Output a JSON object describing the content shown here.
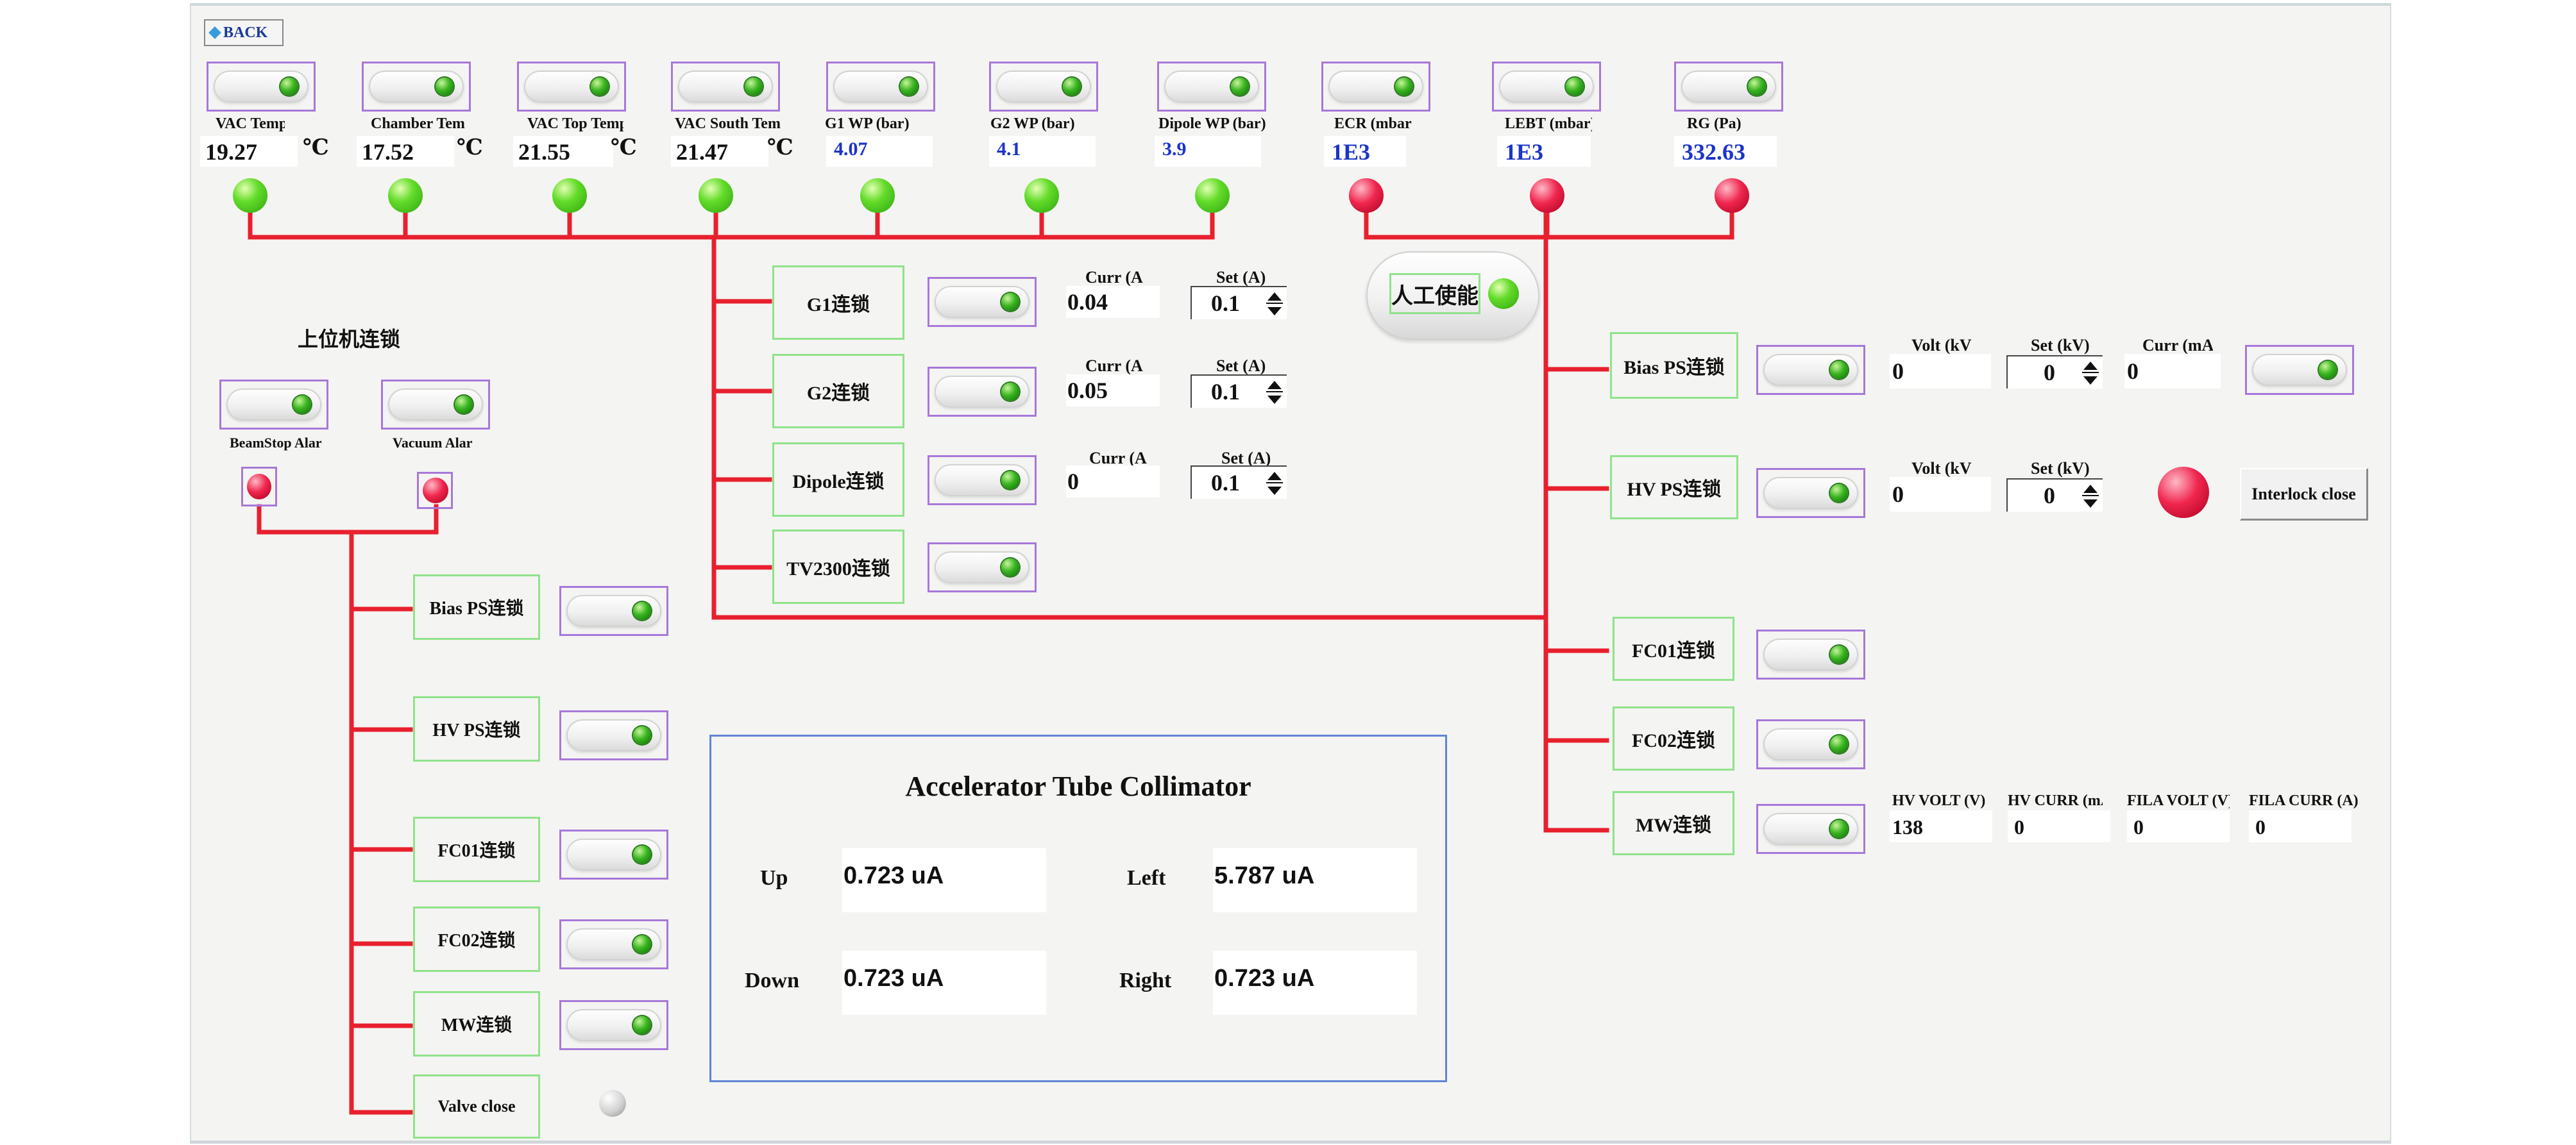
{
  "back_label": "BACK",
  "sensors": [
    {
      "label": "VAC Temp",
      "value": "19.27",
      "unit": "℃",
      "status": "green"
    },
    {
      "label": "Chamber Tem",
      "value": "17.52",
      "unit": "℃",
      "status": "green"
    },
    {
      "label": "VAC Top Temp",
      "value": "21.55",
      "unit": "℃",
      "status": "green"
    },
    {
      "label": "VAC South Tem",
      "value": "21.47",
      "unit": "℃",
      "status": "green"
    },
    {
      "label": "G1 WP (bar)",
      "value": "4.07",
      "unit": "",
      "status": "green"
    },
    {
      "label": "G2 WP (bar)",
      "value": "4.1",
      "unit": "",
      "status": "green"
    },
    {
      "label": "Dipole WP (bar)",
      "value": "3.9",
      "unit": "",
      "status": "green"
    },
    {
      "label": "ECR (mbar",
      "value": "1E3",
      "unit": "",
      "status": "red"
    },
    {
      "label": "LEBT (mbar)",
      "value": "1E3",
      "unit": "",
      "status": "red"
    },
    {
      "label": "RG (Pa)",
      "value": "332.63",
      "unit": "",
      "status": "red"
    }
  ],
  "middle_locks": [
    {
      "label": "G1连锁",
      "curr_label": "Curr (A",
      "curr": "0.04",
      "set_label": "Set (A)",
      "set": "0.1"
    },
    {
      "label": "G2连锁",
      "curr_label": "Curr (A",
      "curr": "0.05",
      "set_label": "Set (A)",
      "set": "0.1"
    },
    {
      "label": "Dipole连锁",
      "curr_label": "Curr (A",
      "curr": "0",
      "set_label": "Set (A)",
      "set": "0.1"
    },
    {
      "label": "TV2300连锁"
    }
  ],
  "manual_enable": "人工使能",
  "host_interlock": {
    "title": "上位机连锁",
    "alarms": [
      {
        "label": "BeamStop Alar",
        "status": "red"
      },
      {
        "label": "Vacuum Alar",
        "status": "red"
      }
    ],
    "items": [
      "Bias PS连锁",
      "HV PS连锁",
      "FC01连锁",
      "FC02连锁",
      "MW连锁",
      "Valve close"
    ],
    "valve_status": "gray"
  },
  "right_locks": {
    "bias": {
      "label": "Bias PS连锁",
      "volt_label": "Volt (kV",
      "volt": "0",
      "set_label": "Set (kV)",
      "set": "0",
      "curr_label": "Curr (mA",
      "curr": "0"
    },
    "hv": {
      "label": "HV PS连锁",
      "volt_label": "Volt (kV",
      "volt": "0",
      "set_label": "Set (kV)",
      "set": "0",
      "interlock_label": "Interlock close",
      "status": "red"
    },
    "fc01": "FC01连锁",
    "fc02": "FC02连锁",
    "mw": {
      "label": "MW连锁",
      "readouts": [
        {
          "label": "HV VOLT (V)",
          "value": "138"
        },
        {
          "label": "HV CURR (mA",
          "value": "0"
        },
        {
          "label": "FILA VOLT (V)",
          "value": "0"
        },
        {
          "label": "FILA CURR (A)",
          "value": "0"
        }
      ]
    }
  },
  "collimator": {
    "title": "Accelerator Tube Collimator",
    "up_label": "Up",
    "up": "0.723 uA",
    "left_label": "Left",
    "left": "5.787 uA",
    "down_label": "Down",
    "down": "0.723 uA",
    "right_label": "Right",
    "right": "0.723 uA"
  },
  "colors": {
    "wire": "#e8202e",
    "toggle_border": "#a778d9",
    "button_border": "#8fe38a",
    "value_blue": "#1b34c9",
    "led_green": "#4fcf1f",
    "led_red": "#ee2249"
  }
}
